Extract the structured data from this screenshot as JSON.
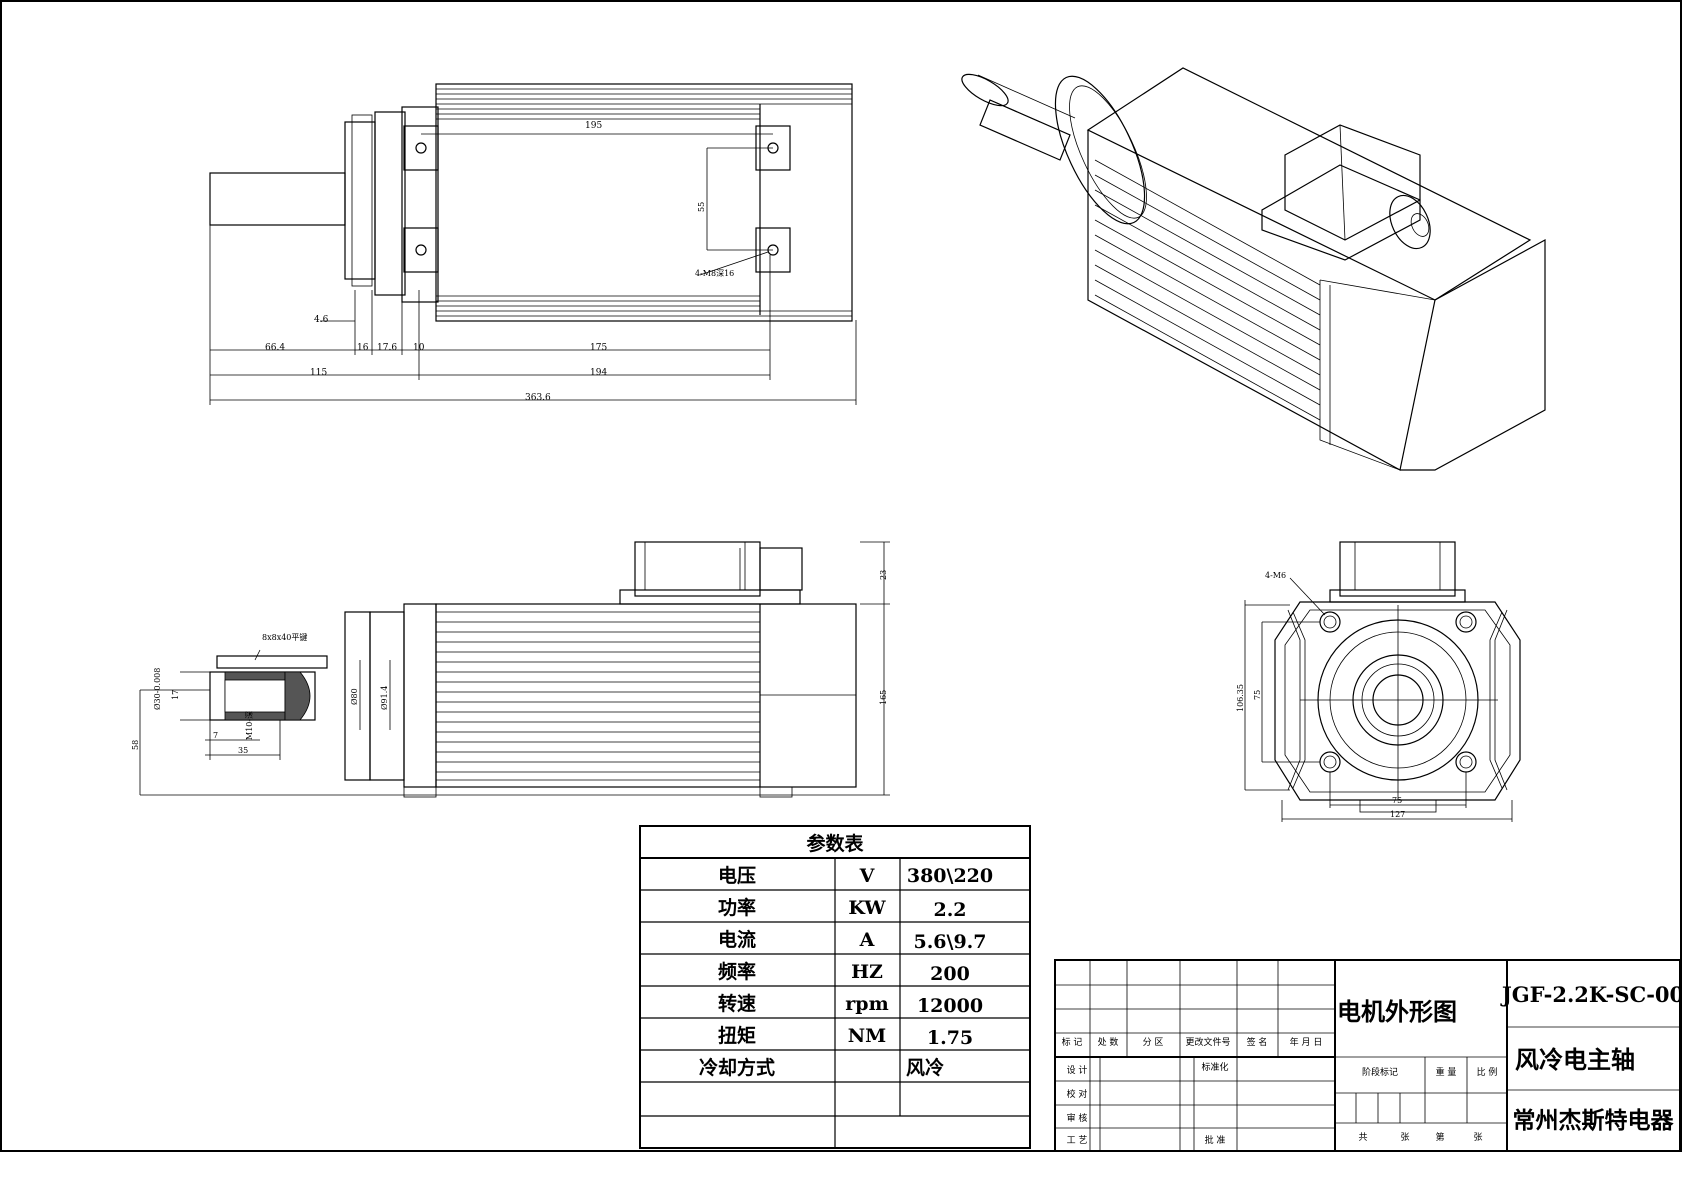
{
  "front_view": {
    "dims": {
      "d195": "195",
      "d4_6": "4.6",
      "d66_4": "66.4",
      "d16": "16",
      "d17_6": "17.6",
      "d10": "10",
      "d175": "175",
      "d115": "115",
      "d194": "194",
      "d363_6": "363.6",
      "d55": "55",
      "hole": "4-M8深16"
    }
  },
  "side_view": {
    "dims": {
      "key": "8x8x40平键",
      "d23": "23",
      "d165": "165",
      "d58": "58",
      "d30": "Ø30-0.008",
      "d17": "17",
      "d7": "7",
      "d35": "35",
      "m10": "M10-深",
      "d80": "Ø80",
      "d91": "Ø91.4"
    }
  },
  "end_view": {
    "dims": {
      "holes": "4-M6",
      "d106": "106.35",
      "d75v": "75",
      "d75h": "75",
      "d127": "127"
    }
  },
  "param_table": {
    "title": "参数表",
    "rows": [
      {
        "name": "电压",
        "unit": "V",
        "value": "380\\220"
      },
      {
        "name": "功率",
        "unit": "KW",
        "value": "2.2"
      },
      {
        "name": "电流",
        "unit": "A",
        "value": "5.6\\9.7"
      },
      {
        "name": "频率",
        "unit": "HZ",
        "value": "200"
      },
      {
        "name": "转速",
        "unit": "rpm",
        "value": "12000"
      },
      {
        "name": "扭矩",
        "unit": "NM",
        "value": "1.75"
      },
      {
        "name": "冷却方式",
        "unit": "",
        "value": "风冷"
      }
    ]
  },
  "title_block": {
    "drawing_name": "电机外形图",
    "drawing_code": "JGF-2.2K-SC-00",
    "product_name": "风冷电主轴",
    "company": "常州杰斯特电器",
    "revision_headers": [
      "标 记",
      "处 数",
      "分  区",
      "更改文件号",
      "签 名",
      "年 月 日"
    ],
    "signoff": [
      "设 计",
      "校 对",
      "审 核",
      "工 艺"
    ],
    "standardize": "标准化",
    "approve": "批 准",
    "stage_mark": "阶段标记",
    "weight": "重 量",
    "scale": "比 例",
    "total": "共",
    "sheets": "张",
    "sheet_no": "第",
    "sheet": "张"
  }
}
